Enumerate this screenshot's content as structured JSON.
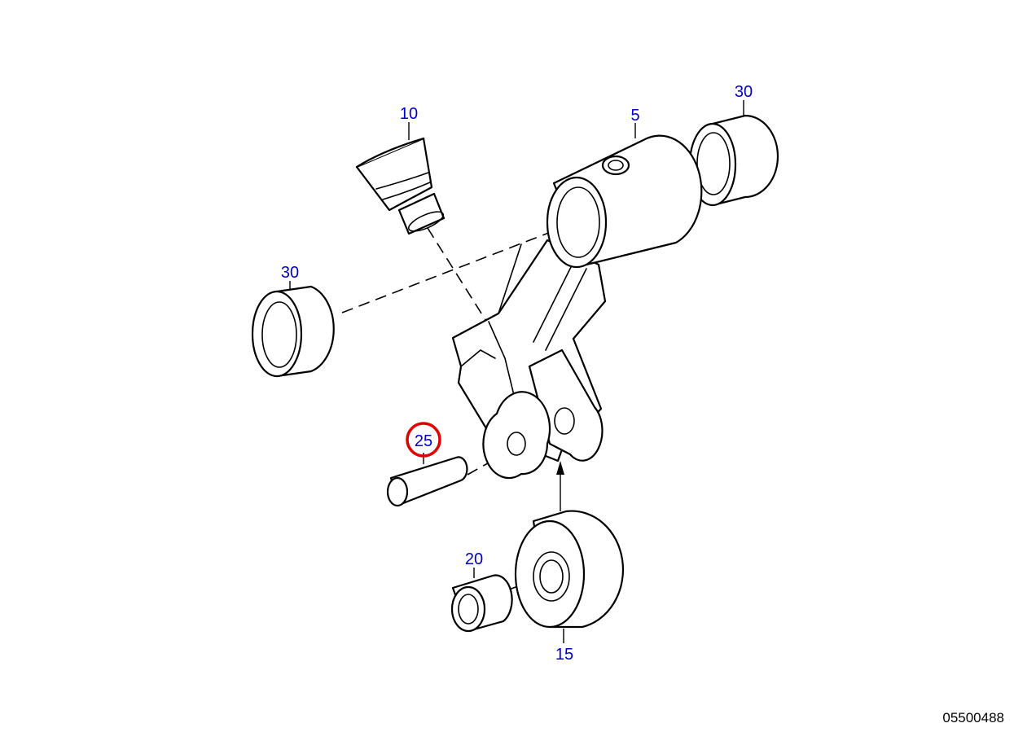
{
  "colors": {
    "callout_text": "#0000cc",
    "line": "#000000",
    "highlight": "#e00000",
    "background": "#ffffff"
  },
  "callouts": {
    "lever": "5",
    "cap": "10",
    "roller": "15",
    "bushing_small": "20",
    "pin": "25",
    "bushing_left": "30",
    "bushing_right": "30"
  },
  "highlighted_callout": "25",
  "drawing_number": "05500488"
}
